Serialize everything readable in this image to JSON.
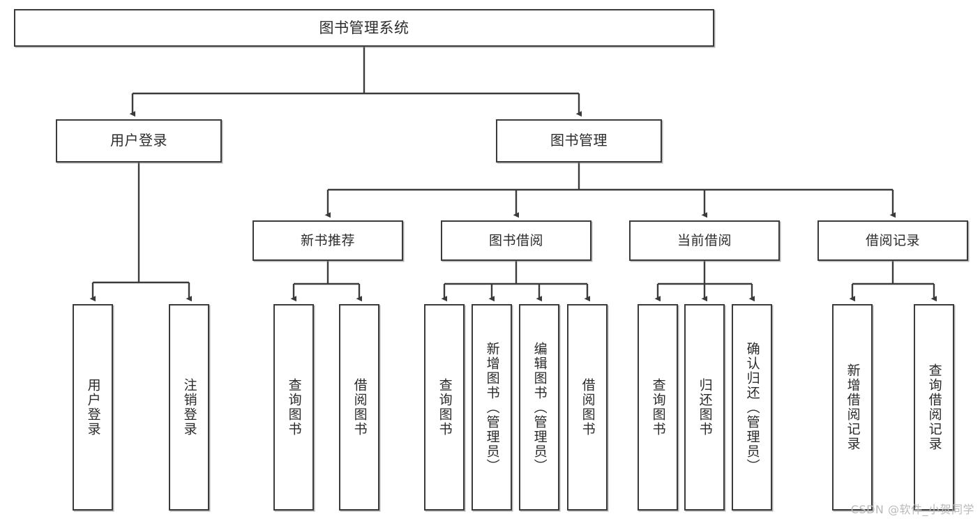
{
  "diagram": {
    "title": "图书管理系统",
    "watermark": "CSDN @软件_小贺同学",
    "stroke_color": "#3b3b3b",
    "background_color": "#ffffff",
    "text_color": "#2b2b2b",
    "watermark_color": "#b9b9b9"
  },
  "nodes": {
    "root": {
      "label": "图书管理系统"
    },
    "level1": [
      {
        "label": "用户登录"
      },
      {
        "label": "图书管理"
      }
    ],
    "level2": [
      {
        "label": "新书推荐"
      },
      {
        "label": "图书借阅"
      },
      {
        "label": "当前借阅"
      },
      {
        "label": "借阅记录"
      }
    ],
    "leaves": [
      {
        "label": "用户登录"
      },
      {
        "label": "注销登录"
      },
      {
        "label": "查询图书"
      },
      {
        "label": "借阅图书"
      },
      {
        "label": "查询图书"
      },
      {
        "label": "新增图书（管理员）"
      },
      {
        "label": "编辑图书（管理员）"
      },
      {
        "label": "借阅图书"
      },
      {
        "label": "查询图书"
      },
      {
        "label": "归还图书"
      },
      {
        "label": "确认归还（管理员）"
      },
      {
        "label": "新增借阅记录"
      },
      {
        "label": "查询借阅记录"
      }
    ]
  },
  "tree": {
    "name": "图书管理系统",
    "children": [
      {
        "name": "用户登录",
        "children": [
          {
            "name": "用户登录"
          },
          {
            "name": "注销登录"
          }
        ]
      },
      {
        "name": "图书管理",
        "children": [
          {
            "name": "新书推荐",
            "children": [
              {
                "name": "查询图书"
              },
              {
                "name": "借阅图书"
              }
            ]
          },
          {
            "name": "图书借阅",
            "children": [
              {
                "name": "查询图书"
              },
              {
                "name": "新增图书（管理员）"
              },
              {
                "name": "编辑图书（管理员）"
              },
              {
                "name": "借阅图书"
              }
            ]
          },
          {
            "name": "当前借阅",
            "children": [
              {
                "name": "查询图书"
              },
              {
                "name": "归还图书"
              },
              {
                "name": "确认归还（管理员）"
              }
            ]
          },
          {
            "name": "借阅记录",
            "children": [
              {
                "name": "新增借阅记录"
              },
              {
                "name": "查询借阅记录"
              }
            ]
          }
        ]
      }
    ]
  }
}
